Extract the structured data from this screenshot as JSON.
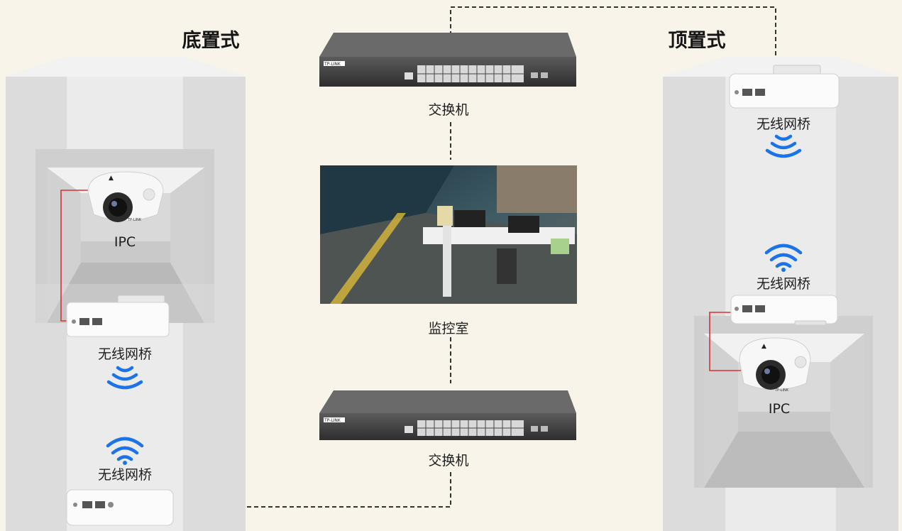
{
  "left": {
    "title": "底置式",
    "camera_label": "IPC",
    "bridge_upper_label": "无线网桥",
    "bridge_lower_label": "无线网桥"
  },
  "right": {
    "title": "顶置式",
    "bridge_upper_label": "无线网桥",
    "bridge_lower_label": "无线网桥",
    "camera_label": "IPC"
  },
  "center": {
    "switch_top_label": "交换机",
    "monitor_room_label": "监控室",
    "switch_bottom_label": "交换机",
    "switch_brand": "TP-LINK"
  },
  "colors": {
    "background": "#f9f4ea",
    "shaft_wall": "#dedede",
    "shaft_inner": "#ebebeb",
    "signal_blue": "#1a73e8",
    "cable_red": "#d63333",
    "dashed_line": "#333333"
  },
  "icons": [
    "wifi-signal-icon",
    "wifi-signal-down-icon",
    "tp-link-logo"
  ]
}
